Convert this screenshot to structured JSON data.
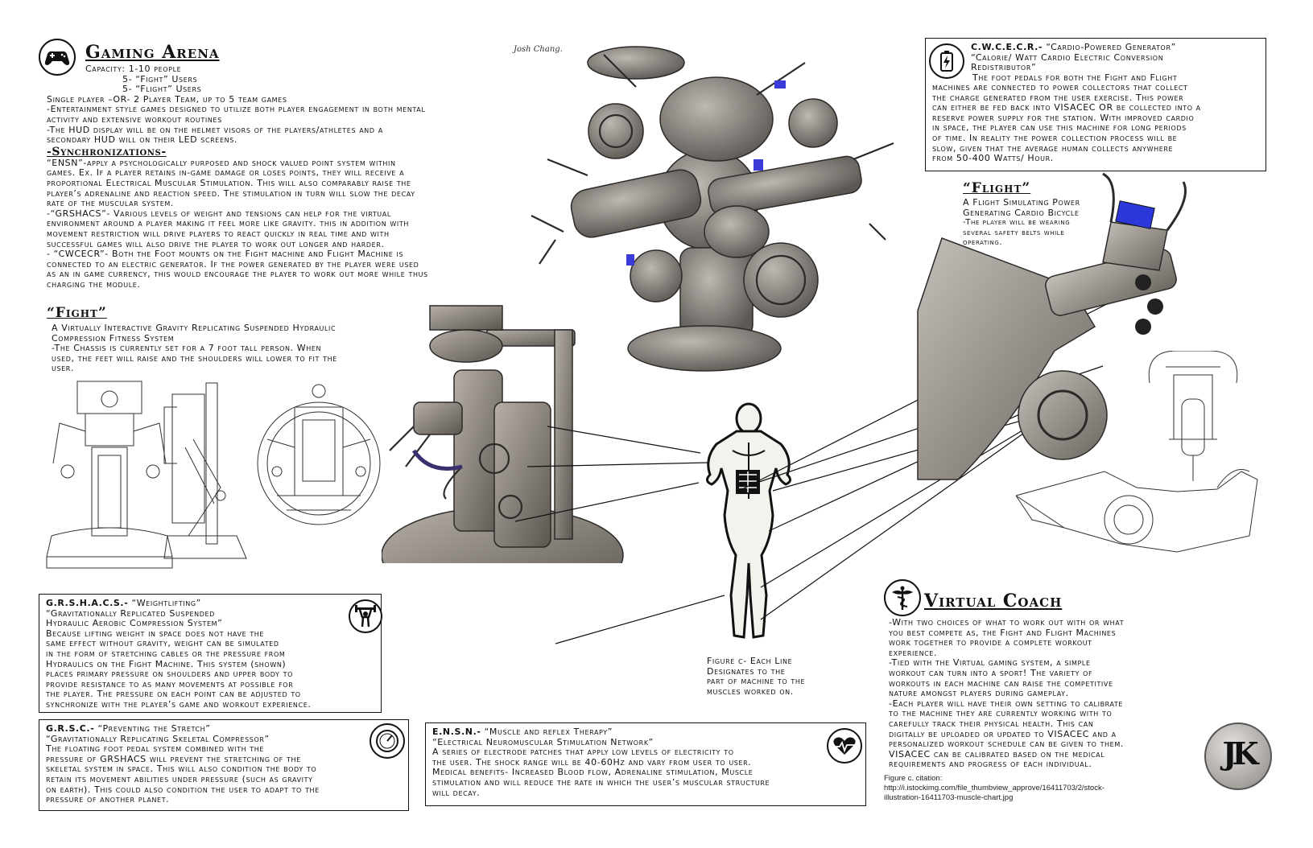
{
  "signature": "Josh Chang.",
  "gaming_arena": {
    "title": "Gaming Arena",
    "capacity_lines": [
      "Capacity: 1-10 people",
      "5- “Fight” Users",
      "5- “Flight” Users"
    ],
    "lines": [
      "Single player –OR- 2 Player Team, up to 5 team games",
      "-Entertainment style games designed to utilize both player engagement in both mental",
      "activity and extensive workout routines",
      "-The HUD display will be on the helmet visors of the players/athletes and a",
      "secondary HUD will on their LED screens."
    ],
    "sync_heading": "-Synchronizations-",
    "sync_lines": [
      "“ENSN”-apply a psychologically purposed and shock valued point system within",
      "games. Ex. If a player retains in-game damage or loses points, they will receive a",
      "proportional Electrical Muscular Stimulation. This will also comparably raise the",
      "player’s adrenaline and reaction speed. The stimulation in turn will slow the decay",
      "rate of the muscular system.",
      "-“GRSHACS”- Various levels of weight and tensions can help for the virtual",
      "environment around a player making it feel more like gravity. this in addition with",
      "movement restriction will drive players to react quickly in real time and with",
      "successful games will also drive the player to work out longer and harder.",
      "- “CWCECR”- Both the Foot mounts on the Fight machine and Flight Machine is",
      "connected to an electric generator. If the power generated by the player were used",
      "as an in game currency, this would encourage the player to work out more while thus",
      "charging the module."
    ]
  },
  "fight": {
    "title": "“Fight”",
    "lines": [
      "A Virtually Interactive Gravity Replicating Suspended Hydraulic",
      "Compression Fitness System",
      "-The Chassis is currently set for a 7 foot tall person. When",
      "used, the feet will raise and the shoulders will lower to fit the",
      "user."
    ]
  },
  "cwcecr": {
    "title": "C.W.C.E.C.R.-",
    "title_rest": " “Cardio-Powered Generator”",
    "lines": [
      "“Calorie/ Watt Cardio Electric Conversion",
      "Redistributor”",
      "The foot pedals for both the Fight and Flight",
      "machines are connected to power collectors that collect",
      "the charge generated from the user exercise. This power",
      "can either be fed back into VISACEC OR be collected into a",
      "reserve power supply for the station. With improved cardio",
      "in space, the player can use this machine for long periods",
      "of time. In reality the power collection process will be",
      "slow, given that the average human collects anywhere",
      "from 50-400 Watts/ Hour."
    ]
  },
  "flight": {
    "title": "“Flight”",
    "lines": [
      "A Flight Simulating Power",
      "Generating Cardio Bicycle",
      "-The player will be wearing",
      "several safety belts while",
      "operating."
    ]
  },
  "grshacs": {
    "title": "G.R.S.H.A.C.S.-",
    "title_rest": " “Weightlifting”",
    "lines": [
      "“Gravitationally Replicated Suspended",
      "Hydraulic Aerobic Compression System”",
      "Because lifting weight in space does not have the",
      "same effect without gravity, weight can be simulated",
      "in the form of stretching cables or the pressure from",
      "Hydraulics on the Fight Machine. This system (shown)",
      "places primary pressure on shoulders and upper body to",
      "provide resistance to as many movements at possible for",
      "the player. The pressure on each point can be adjusted to",
      "synchronize with the player’s game and workout experience."
    ]
  },
  "grsc": {
    "title": "G.R.S.C.-",
    "title_rest": " “Preventing the Stretch”",
    "lines": [
      "“Gravitationally Replicating Skeletal Compressor”",
      "The floating foot pedal system combined with the",
      "pressure of GRSHACS will prevent the stretching of the",
      "skeletal system in space. This will also condition the body to",
      "retain its movement abilities under pressure (such as gravity",
      "on earth). This could also condition the user to adapt to the",
      "pressure of another planet."
    ]
  },
  "ensn": {
    "title": "E.N.S.N.-",
    "title_rest": " “Muscle and reflex Therapy”",
    "lines": [
      " “Electrical Neuromuscular Stimulation Network”",
      "A series of electrode patches that apply low levels of electricity to",
      "the user. The shock range will be 40-60Hz and vary from user to user.",
      "Medical benefits- Increased Blood flow, Adrenaline stimulation, Muscle",
      "stimulation and will reduce the rate in which the user’s muscular structure",
      "will decay."
    ]
  },
  "figure_caption": {
    "lines": [
      "Figure c- Each Line",
      "Designates to the",
      "part of machine to the",
      "muscles worked on."
    ]
  },
  "virtual_coach": {
    "title": "Virtual Coach",
    "lines": [
      "-With two choices of what to work out with or what",
      "you best compete as, the Fight and Flight Machines",
      "work together to provide a complete workout",
      "experience.",
      "-Tied with the Virtual gaming system, a simple",
      "workout can turn into a sport! The variety of",
      "workouts in each machine can raise the competitive",
      "nature amongst players during gameplay.",
      "-Each player will have their own setting to calibrate",
      "to the machine they are currently working with to",
      "carefully track their physical health. This can",
      "digitally be uploaded or updated to VISACEC and a",
      "personalized workout schedule can be given to them.",
      "VISACEC can be calibrated based on the medical",
      "requirements and progress of each individual."
    ]
  },
  "citation": {
    "lines": [
      "Figure c. citation:",
      "http://i.istockimg.com/file_thumbview_approve/16411703/2/stock-",
      "illustration-16411703-muscle-chart.jpg"
    ]
  },
  "logo_text": "JK",
  "icons": [
    "gamepad-icon",
    "battery-icon",
    "weightlifter-icon",
    "gauge-icon",
    "heartbeat-icon",
    "caduceus-icon"
  ]
}
